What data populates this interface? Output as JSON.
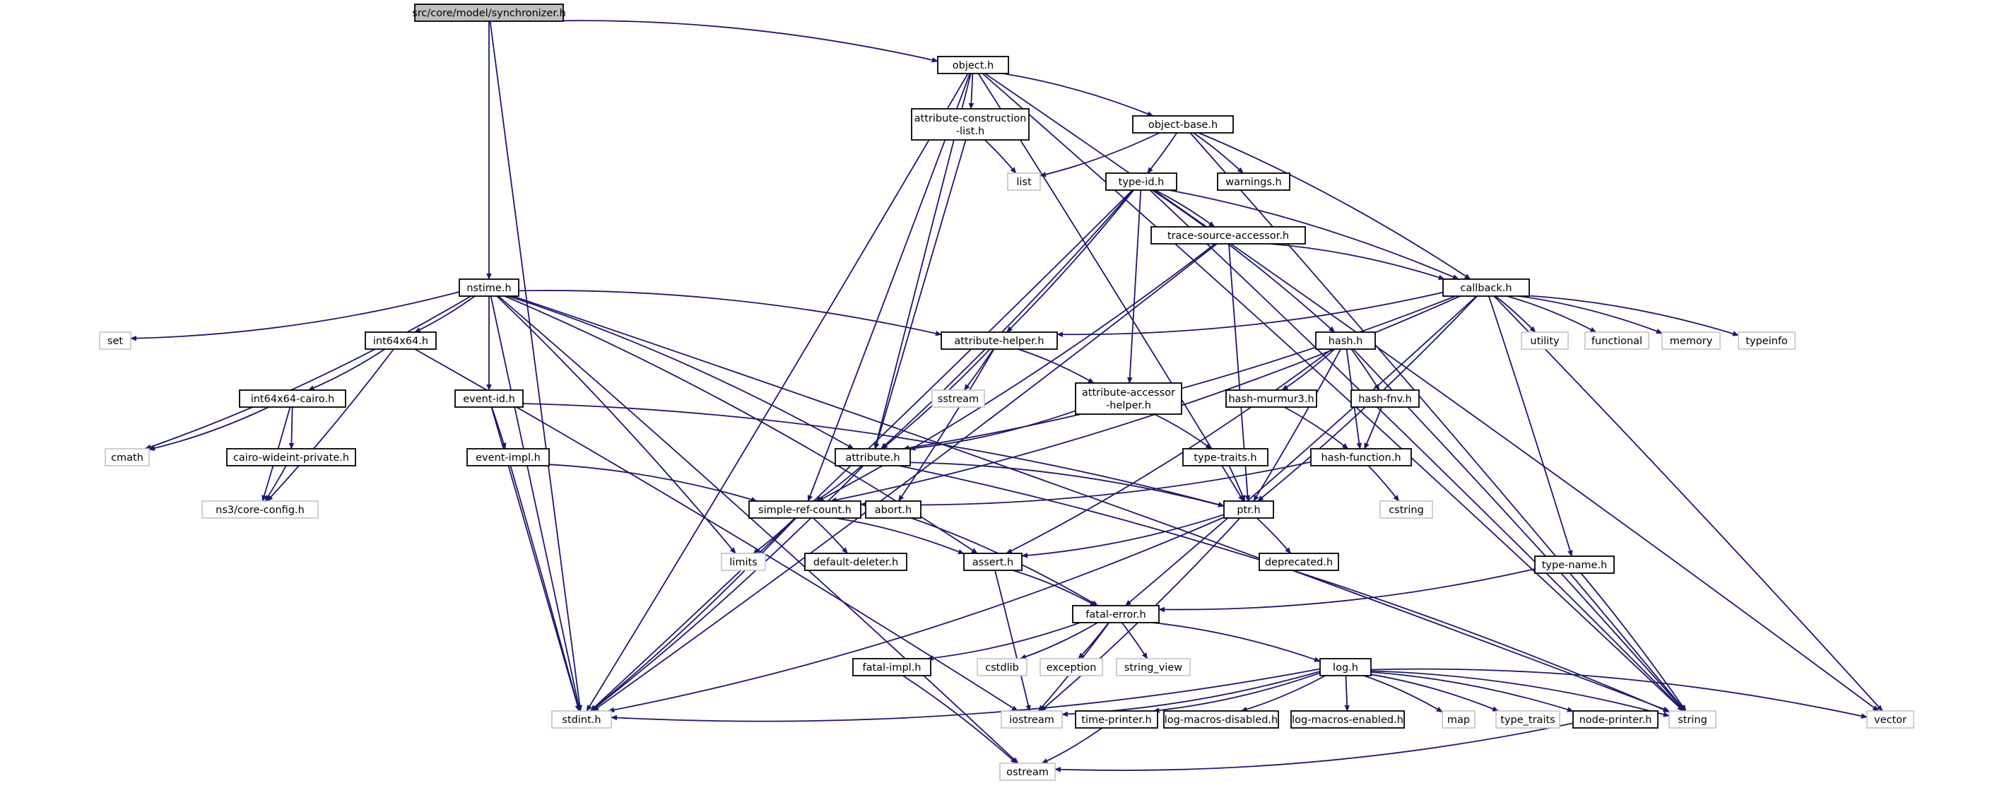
{
  "nodes": [
    {
      "id": "synchronizer",
      "label": "src/core/model/synchronizer.h",
      "kind": "root"
    },
    {
      "id": "object",
      "label": "object.h",
      "kind": "file"
    },
    {
      "id": "nstime",
      "label": "nstime.h",
      "kind": "file"
    },
    {
      "id": "attr_constr",
      "label": "attribute-construction\n-list.h",
      "kind": "file"
    },
    {
      "id": "object_base",
      "label": "object-base.h",
      "kind": "file"
    },
    {
      "id": "list",
      "label": "list",
      "kind": "external"
    },
    {
      "id": "type_id",
      "label": "type-id.h",
      "kind": "file"
    },
    {
      "id": "warnings",
      "label": "warnings.h",
      "kind": "file"
    },
    {
      "id": "trace_src",
      "label": "trace-source-accessor.h",
      "kind": "file"
    },
    {
      "id": "callback",
      "label": "callback.h",
      "kind": "file"
    },
    {
      "id": "set",
      "label": "set",
      "kind": "external"
    },
    {
      "id": "int64x64",
      "label": "int64x64.h",
      "kind": "file"
    },
    {
      "id": "attr_helper",
      "label": "attribute-helper.h",
      "kind": "file"
    },
    {
      "id": "hash",
      "label": "hash.h",
      "kind": "file"
    },
    {
      "id": "utility",
      "label": "utility",
      "kind": "external"
    },
    {
      "id": "functional",
      "label": "functional",
      "kind": "external"
    },
    {
      "id": "memory",
      "label": "memory",
      "kind": "external"
    },
    {
      "id": "typeinfo",
      "label": "typeinfo",
      "kind": "external"
    },
    {
      "id": "int64_cairo",
      "label": "int64x64-cairo.h",
      "kind": "file"
    },
    {
      "id": "event_id",
      "label": "event-id.h",
      "kind": "file"
    },
    {
      "id": "sstream",
      "label": "sstream",
      "kind": "external"
    },
    {
      "id": "attr_acc",
      "label": "attribute-accessor\n-helper.h",
      "kind": "file"
    },
    {
      "id": "hash_murmur",
      "label": "hash-murmur3.h",
      "kind": "file"
    },
    {
      "id": "hash_fnv",
      "label": "hash-fnv.h",
      "kind": "file"
    },
    {
      "id": "cmath",
      "label": "cmath",
      "kind": "external"
    },
    {
      "id": "cairo_wide",
      "label": "cairo-wideint-private.h",
      "kind": "file"
    },
    {
      "id": "event_impl",
      "label": "event-impl.h",
      "kind": "file"
    },
    {
      "id": "attribute",
      "label": "attribute.h",
      "kind": "file"
    },
    {
      "id": "type_traits_h",
      "label": "type-traits.h",
      "kind": "file"
    },
    {
      "id": "hash_func",
      "label": "hash-function.h",
      "kind": "file"
    },
    {
      "id": "ns3_config",
      "label": "ns3/core-config.h",
      "kind": "external"
    },
    {
      "id": "cstring",
      "label": "cstring",
      "kind": "external"
    },
    {
      "id": "simple_ref",
      "label": "simple-ref-count.h",
      "kind": "file"
    },
    {
      "id": "abort",
      "label": "abort.h",
      "kind": "file"
    },
    {
      "id": "ptr",
      "label": "ptr.h",
      "kind": "file"
    },
    {
      "id": "limits",
      "label": "limits",
      "kind": "external"
    },
    {
      "id": "default_del",
      "label": "default-deleter.h",
      "kind": "file"
    },
    {
      "id": "assert",
      "label": "assert.h",
      "kind": "file"
    },
    {
      "id": "deprecated",
      "label": "deprecated.h",
      "kind": "file"
    },
    {
      "id": "type_name",
      "label": "type-name.h",
      "kind": "file"
    },
    {
      "id": "fatal_error",
      "label": "fatal-error.h",
      "kind": "file"
    },
    {
      "id": "fatal_impl",
      "label": "fatal-impl.h",
      "kind": "file"
    },
    {
      "id": "cstdlib",
      "label": "cstdlib",
      "kind": "external"
    },
    {
      "id": "exception",
      "label": "exception",
      "kind": "external"
    },
    {
      "id": "string_view",
      "label": "string_view",
      "kind": "external"
    },
    {
      "id": "log",
      "label": "log.h",
      "kind": "file"
    },
    {
      "id": "stdint",
      "label": "stdint.h",
      "kind": "external"
    },
    {
      "id": "iostream",
      "label": "iostream",
      "kind": "external"
    },
    {
      "id": "time_printer",
      "label": "time-printer.h",
      "kind": "file"
    },
    {
      "id": "log_dis",
      "label": "log-macros-disabled.h",
      "kind": "file"
    },
    {
      "id": "log_en",
      "label": "log-macros-enabled.h",
      "kind": "file"
    },
    {
      "id": "map",
      "label": "map",
      "kind": "external"
    },
    {
      "id": "type_traits",
      "label": "type_traits",
      "kind": "external"
    },
    {
      "id": "node_printer",
      "label": "node-printer.h",
      "kind": "file"
    },
    {
      "id": "string",
      "label": "string",
      "kind": "external"
    },
    {
      "id": "vector",
      "label": "vector",
      "kind": "external"
    },
    {
      "id": "ostream",
      "label": "ostream",
      "kind": "external"
    }
  ],
  "edges": [
    [
      "synchronizer",
      "object"
    ],
    [
      "synchronizer",
      "nstime"
    ],
    [
      "synchronizer",
      "stdint"
    ],
    [
      "object",
      "attr_constr"
    ],
    [
      "object",
      "object_base"
    ],
    [
      "object",
      "attribute"
    ],
    [
      "object",
      "simple_ref"
    ],
    [
      "object",
      "ptr"
    ],
    [
      "object",
      "string"
    ],
    [
      "object",
      "vector"
    ],
    [
      "object",
      "stdint"
    ],
    [
      "attr_constr",
      "list"
    ],
    [
      "attr_constr",
      "attribute"
    ],
    [
      "object_base",
      "list"
    ],
    [
      "object_base",
      "type_id"
    ],
    [
      "object_base",
      "warnings"
    ],
    [
      "object_base",
      "callback"
    ],
    [
      "object_base",
      "string"
    ],
    [
      "type_id",
      "trace_src"
    ],
    [
      "type_id",
      "callback"
    ],
    [
      "type_id",
      "hash"
    ],
    [
      "type_id",
      "attr_helper"
    ],
    [
      "type_id",
      "attr_acc"
    ],
    [
      "type_id",
      "attribute"
    ],
    [
      "type_id",
      "stdint"
    ],
    [
      "type_id",
      "string"
    ],
    [
      "trace_src",
      "callback"
    ],
    [
      "trace_src",
      "ptr"
    ],
    [
      "trace_src",
      "simple_ref"
    ],
    [
      "trace_src",
      "stdint"
    ],
    [
      "callback",
      "attr_helper"
    ],
    [
      "callback",
      "attribute"
    ],
    [
      "callback",
      "ptr"
    ],
    [
      "callback",
      "simple_ref"
    ],
    [
      "callback",
      "fatal_error"
    ],
    [
      "callback",
      "utility"
    ],
    [
      "callback",
      "functional"
    ],
    [
      "callback",
      "memory"
    ],
    [
      "callback",
      "typeinfo"
    ],
    [
      "callback",
      "vector"
    ],
    [
      "callback",
      "type_name"
    ],
    [
      "nstime",
      "set"
    ],
    [
      "nstime",
      "int64x64"
    ],
    [
      "nstime",
      "attr_helper"
    ],
    [
      "nstime",
      "event_id"
    ],
    [
      "nstime",
      "attribute"
    ],
    [
      "nstime",
      "cmath"
    ],
    [
      "nstime",
      "assert"
    ],
    [
      "nstime",
      "limits"
    ],
    [
      "nstime",
      "stdint"
    ],
    [
      "nstime",
      "ostream"
    ],
    [
      "nstime",
      "string"
    ],
    [
      "int64x64",
      "int64_cairo"
    ],
    [
      "int64x64",
      "ns3_config"
    ],
    [
      "int64x64",
      "iostream"
    ],
    [
      "int64_cairo",
      "cmath"
    ],
    [
      "int64_cairo",
      "cairo_wide"
    ],
    [
      "int64_cairo",
      "ns3_config"
    ],
    [
      "cairo_wide",
      "ns3_config"
    ],
    [
      "attr_helper",
      "sstream"
    ],
    [
      "attr_helper",
      "attr_acc"
    ],
    [
      "attr_helper",
      "attribute"
    ],
    [
      "attr_helper",
      "abort"
    ],
    [
      "attr_acc",
      "attribute"
    ],
    [
      "attr_acc",
      "type_traits_h"
    ],
    [
      "type_traits_h",
      "ptr"
    ],
    [
      "hash",
      "hash_murmur"
    ],
    [
      "hash",
      "hash_fnv"
    ],
    [
      "hash",
      "hash_func"
    ],
    [
      "hash",
      "ptr"
    ],
    [
      "hash",
      "assert"
    ],
    [
      "hash",
      "string"
    ],
    [
      "hash_murmur",
      "hash_func"
    ],
    [
      "hash_fnv",
      "hash_func"
    ],
    [
      "hash_func",
      "cstring"
    ],
    [
      "hash_func",
      "simple_ref"
    ],
    [
      "event_id",
      "event_impl"
    ],
    [
      "event_id",
      "ptr"
    ],
    [
      "event_id",
      "stdint"
    ],
    [
      "event_impl",
      "simple_ref"
    ],
    [
      "event_impl",
      "stdint"
    ],
    [
      "attribute",
      "simple_ref"
    ],
    [
      "attribute",
      "ptr"
    ],
    [
      "attribute",
      "string"
    ],
    [
      "attribute",
      "stdint"
    ],
    [
      "simple_ref",
      "limits"
    ],
    [
      "simple_ref",
      "default_del"
    ],
    [
      "simple_ref",
      "assert"
    ],
    [
      "simple_ref",
      "stdint"
    ],
    [
      "abort",
      "fatal_error"
    ],
    [
      "ptr",
      "assert"
    ],
    [
      "ptr",
      "deprecated"
    ],
    [
      "ptr",
      "iostream"
    ],
    [
      "ptr",
      "stdint"
    ],
    [
      "assert",
      "fatal_error"
    ],
    [
      "assert",
      "iostream"
    ],
    [
      "type_name",
      "fatal_error"
    ],
    [
      "type_name",
      "string"
    ],
    [
      "fatal_error",
      "fatal_impl"
    ],
    [
      "fatal_error",
      "cstdlib"
    ],
    [
      "fatal_error",
      "exception"
    ],
    [
      "fatal_error",
      "string_view"
    ],
    [
      "fatal_error",
      "log"
    ],
    [
      "fatal_error",
      "iostream"
    ],
    [
      "fatal_impl",
      "ostream"
    ],
    [
      "log",
      "stdint"
    ],
    [
      "log",
      "iostream"
    ],
    [
      "log",
      "time_printer"
    ],
    [
      "log",
      "log_dis"
    ],
    [
      "log",
      "log_en"
    ],
    [
      "log",
      "map"
    ],
    [
      "log",
      "type_traits"
    ],
    [
      "log",
      "node_printer"
    ],
    [
      "log",
      "string"
    ],
    [
      "log",
      "vector"
    ],
    [
      "time_printer",
      "ostream"
    ],
    [
      "node_printer",
      "ostream"
    ]
  ]
}
